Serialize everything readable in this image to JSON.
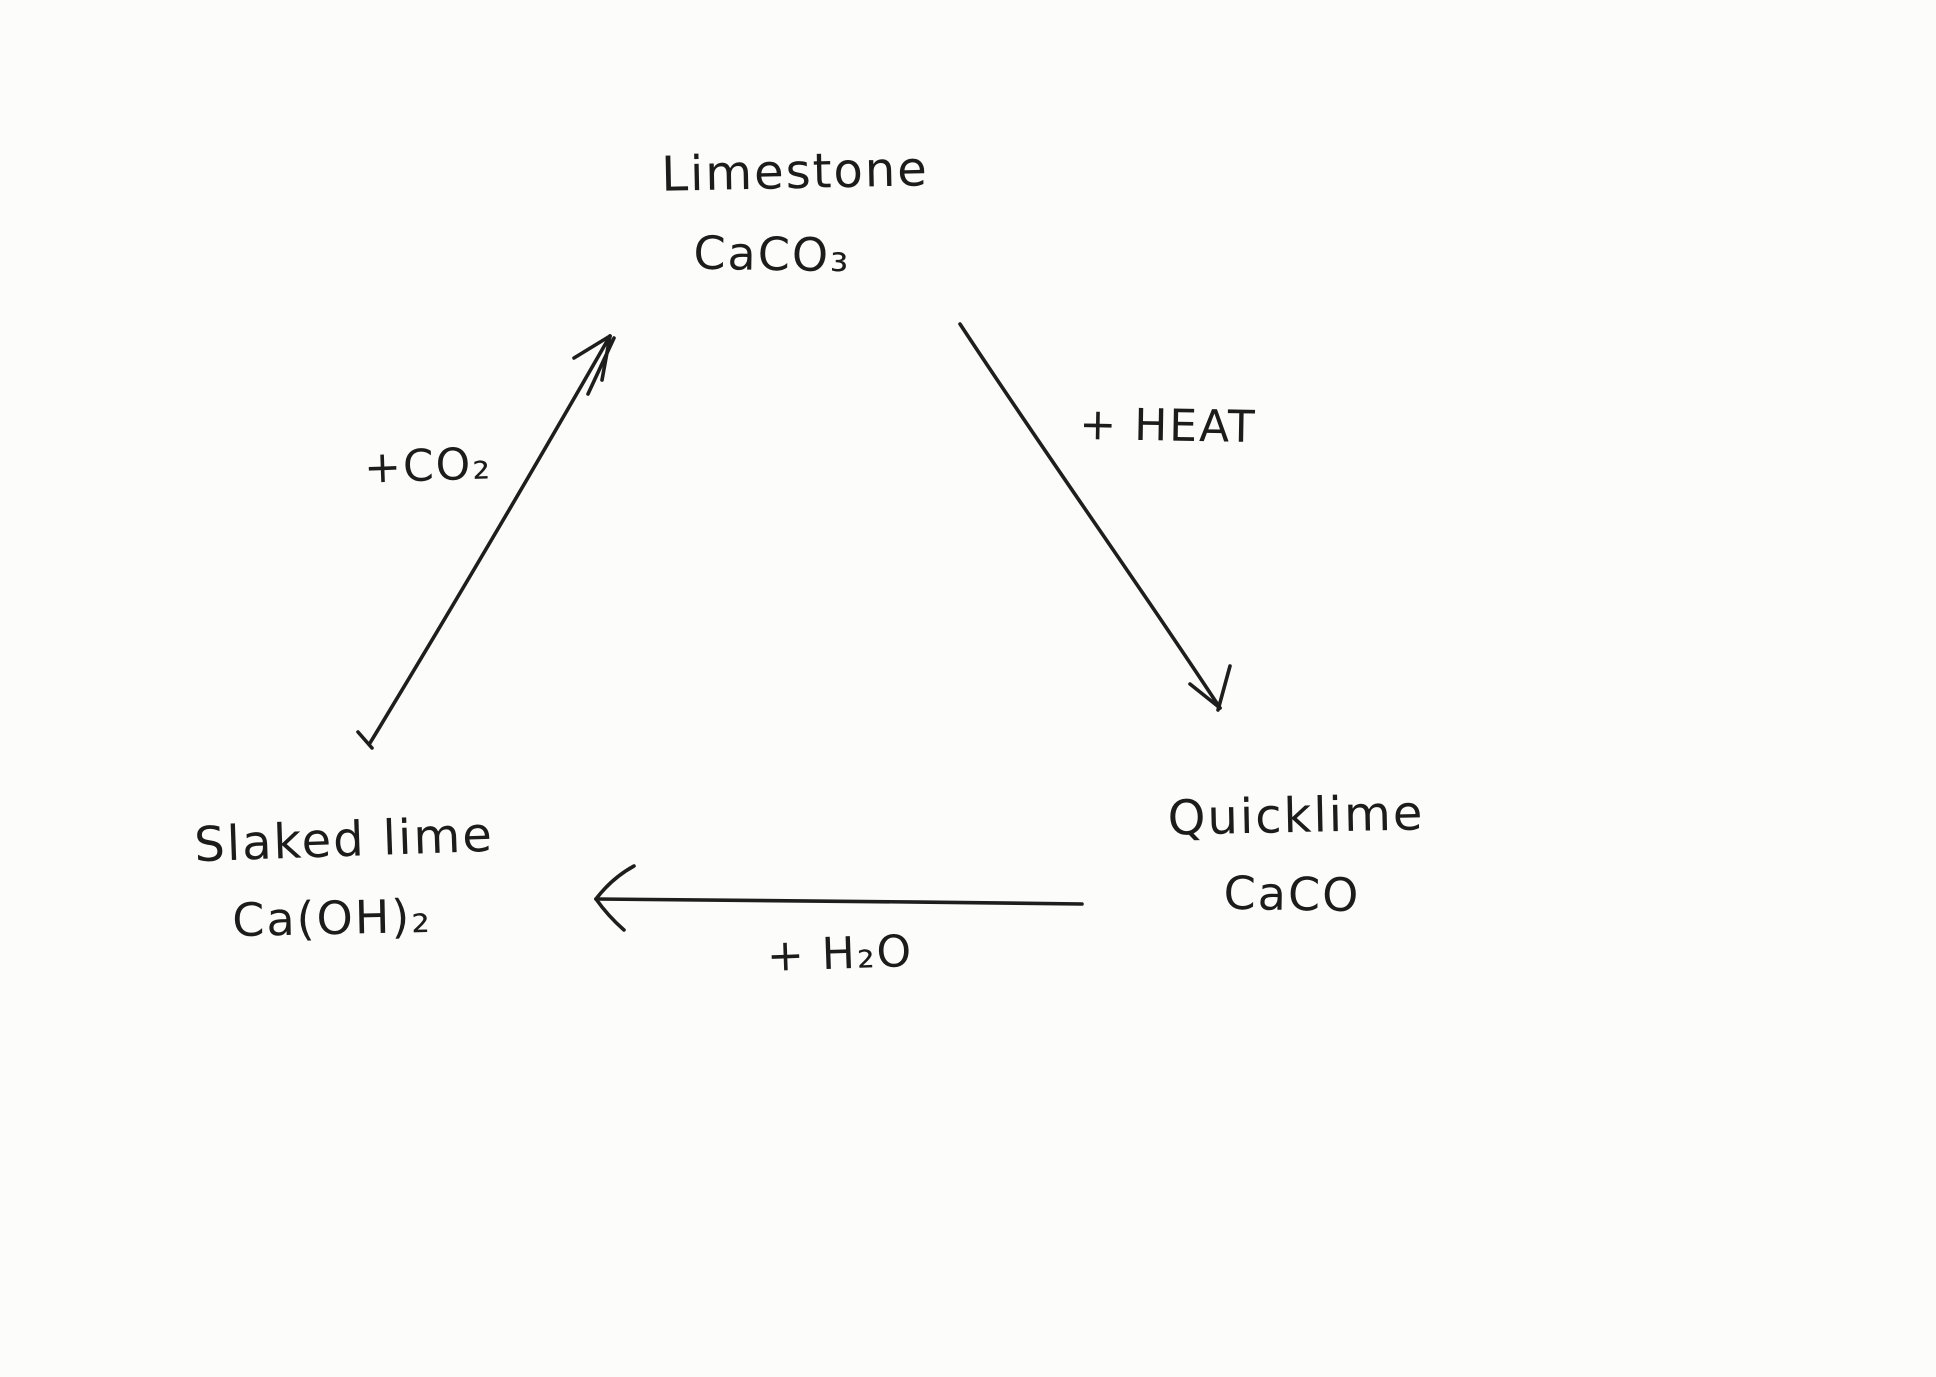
{
  "diagram": {
    "type": "cycle-diagram",
    "subject": "lime cycle (hand-drawn)",
    "nodes": [
      {
        "id": "limestone",
        "name": "Limestone",
        "formula": "CaCO₃"
      },
      {
        "id": "quicklime",
        "name": "Quicklime",
        "formula": "CaCO"
      },
      {
        "id": "slaked-lime",
        "name": "Slaked lime",
        "formula": "Ca(OH)₂"
      }
    ],
    "edges": [
      {
        "from": "limestone",
        "to": "quicklime",
        "label": "+ HEAT"
      },
      {
        "from": "quicklime",
        "to": "slaked-lime",
        "label": "+ H₂O"
      },
      {
        "from": "slaked-lime",
        "to": "limestone",
        "label": "+CO₂"
      }
    ],
    "colors": {
      "ink": "#1e1e1e",
      "paper": "#fcfcfa"
    }
  }
}
